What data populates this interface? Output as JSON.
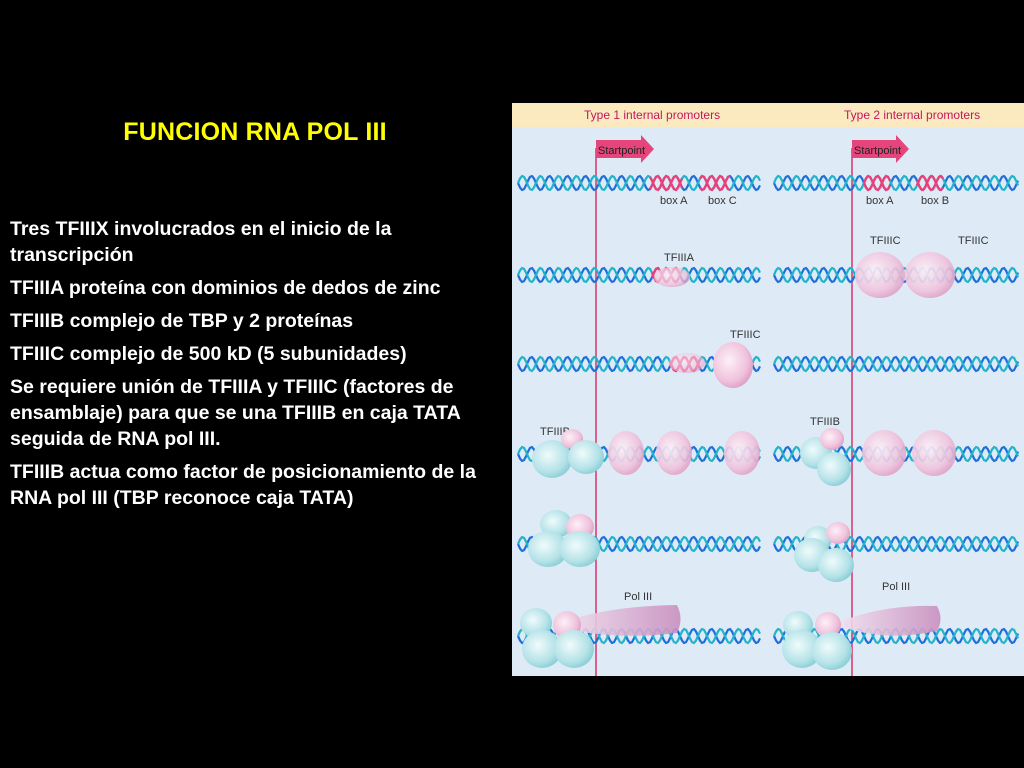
{
  "slide": {
    "title": "FUNCION RNA POL III",
    "bullets": [
      "Tres TFIIIX involucrados en el inicio de la transcripción",
      "TFIIIA proteína con dominios de dedos de zinc",
      "TFIIIB complejo de TBP y 2 proteínas",
      "TFIIIC complejo de 500 kD (5 subunidades)",
      "Se requiere unión de TFIIIA y TFIIIC (factores de ensamblaje) para que se una TFIIIB en caja TATA seguida de RNA pol III.",
      "TFIIIB actua como factor de posicionamiento de la RNA pol III (TBP reconoce caja TATA)"
    ]
  },
  "diagram": {
    "header_left": "Type 1 internal promoters",
    "header_right": "Type 2 internal promoters",
    "startpoint_left": "Startpoint",
    "startpoint_right": "Startpoint",
    "left_box_a": "box A",
    "left_box_c": "box C",
    "right_box_a": "box A",
    "right_box_b": "box B",
    "left_tfiiia": "TFIIIA",
    "right_tfiiic_1": "TFIIIC",
    "right_tfiiic_2": "TFIIIC",
    "left_tfiiic": "TFIIIC",
    "left_tfiiib": "TFIIIB",
    "right_tfiiib": "TFIIIB",
    "left_pol": "Pol III",
    "right_pol": "Pol III",
    "colors": {
      "panel_background": "#deeaf6",
      "header_band": "#fbeac0",
      "dna_blue": "#1e6fd9",
      "dna_teal": "#22b3c9",
      "dna_pink": "#e8407a",
      "startpoint_arrow": "#e5457a",
      "startpoint_line": "#d8326a",
      "tfiiic_protein": "#f1c4dc",
      "tfiiib_protein": "#a9dfe4",
      "pol3_protein": "#d6a5d0"
    }
  }
}
